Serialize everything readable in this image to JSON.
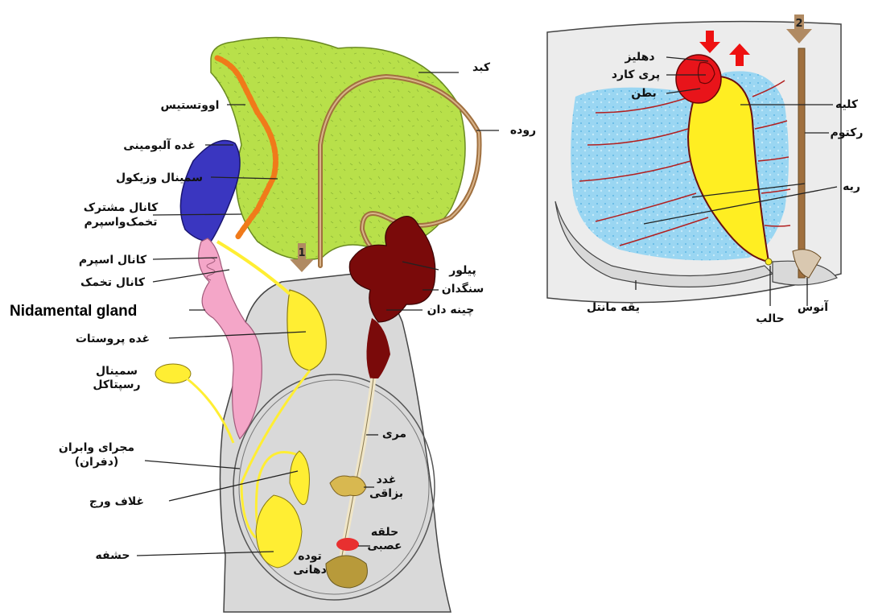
{
  "left_figure": {
    "number_marker": "1",
    "labels": {
      "liver": "کبد",
      "intestine": "روده",
      "ovotestis": "اووتستیس",
      "albumen_gland": "غده آلبومینی",
      "seminal_vesicle": "سمینال وزیکول",
      "common_duct_1": "کانال مشترک",
      "common_duct_2": "تخمک‌واسپرم",
      "sperm_duct": "کانال اسپرم",
      "oviduct": "کانال تخمک",
      "nidamental_gland": "Nidamental gland",
      "prostate": "غده پروستات",
      "seminal_receptacle_1": "سمینال",
      "seminal_receptacle_2": "رسپتاکل",
      "vas_deferens_1": "مجرای وابران",
      "vas_deferens_2": "(دفران)",
      "penis_sheath": "غلاف ورج",
      "glans": "حشفه",
      "pylorus": "پیلور",
      "gizzard": "سنگدان",
      "crop": "چینه دان",
      "esophagus": "مری",
      "salivary_1": "غدد",
      "salivary_2": "بزاقی",
      "nerve_ring_1": "حلقه",
      "nerve_ring_2": "عصبی",
      "buccal_mass_1": "توده",
      "buccal_mass_2": "دهانی"
    }
  },
  "right_figure": {
    "number_marker": "2",
    "labels": {
      "atrium": "دهلیز",
      "pericardium": "پری کارد",
      "ventricle": "بطن",
      "kidney": "کلیه",
      "rectum": "رکتوم",
      "lung": "ریه",
      "mantle_collar": "یقه مانتل",
      "ureter": "حالب",
      "anus": "آنوس"
    }
  },
  "colors": {
    "liver": "#b8e04a",
    "intestine": "#a0703f",
    "ovotestis": "#f07a1a",
    "albumen": "#3a36c0",
    "pink_duct": "#f4a6c8",
    "prostate": "#ffee33",
    "gizzard": "#7a0a0a",
    "body": "#d9d9d9",
    "heart": "#e8141a",
    "kidney": "#ffee22",
    "vessels": "#b22020",
    "lung": "#8fd0f0",
    "marker_arrow": "#b08a62",
    "red_arrow": "#ee1111"
  }
}
